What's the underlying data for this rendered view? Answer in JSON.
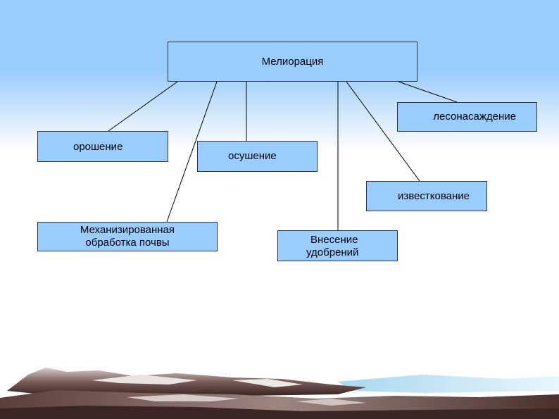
{
  "diagram": {
    "root": "Мелиорация",
    "nodes": {
      "afforestation": "лесонасаждение",
      "irrigation": "орошение",
      "drainage": "осушение",
      "liming": "известкование",
      "mechanized_line1": "Механизированная",
      "mechanized_line2": "обработка почвы",
      "fertilizer_line1": "Внесение",
      "fertilizer_line2": "удобрений"
    },
    "colors": {
      "box_fill": "#99ccff",
      "border": "#333333",
      "sky_top": "#99ccff",
      "background": "#ffffff"
    }
  }
}
